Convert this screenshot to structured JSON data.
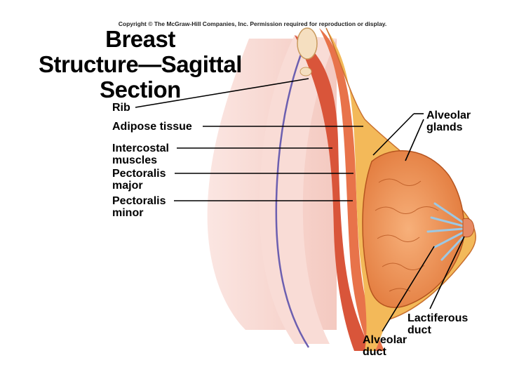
{
  "copyright": "Copyright © The McGraw-Hill Companies, Inc. Permission required for reproduction or display.",
  "title": {
    "line1": "Breast",
    "line2": "Structure—Sagittal",
    "line3": "Section"
  },
  "labels": {
    "rib": "Rib",
    "adipose": "Adipose tissue",
    "intercostal": [
      "Intercostal",
      "muscles"
    ],
    "pect_major": [
      "Pectoralis",
      "major"
    ],
    "pect_minor": [
      "Pectoralis",
      "minor"
    ],
    "alveolar_glands": [
      "Alveolar",
      "glands"
    ],
    "lactiferous": [
      "Lactiferous",
      "duct"
    ],
    "alveolar_duct": [
      "Alveolar",
      "duct"
    ]
  },
  "colors": {
    "lung": "#f6d3cc",
    "muscle": "#e2643a",
    "adipose": "#f0b64a",
    "gland": "#f09a5a",
    "duct": "#a9cfe6"
  }
}
